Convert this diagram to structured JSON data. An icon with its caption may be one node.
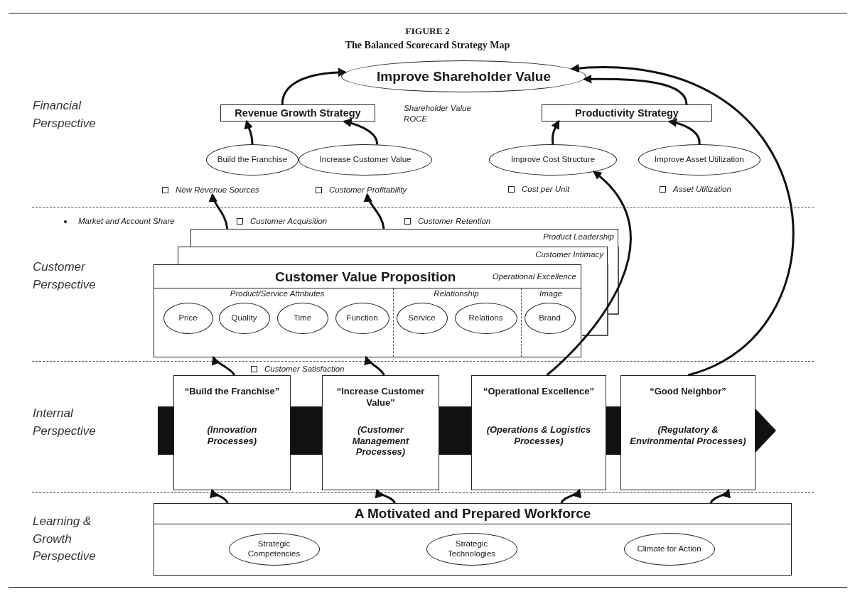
{
  "diagram": {
    "title": "The Balanced Scorecard Strategy Map",
    "nodes": [
      {
        "text": [
          "Improve Shareholder Value"
        ]
      },
      {
        "text": [
          "Revenue Growth Strategy"
        ]
      },
      {
        "text": [
          "Productivity Strategy"
        ]
      },
      {
        "text": [
          "Build the Franchise"
        ]
      },
      {
        "text": [
          "Increase Customer Value"
        ]
      },
      {
        "text": [
          "Improve Cost Structure"
        ]
      },
      {
        "text": [
          "Improve Asset Utilization"
        ]
      },
      {
        "text": [
          "Product Leadership"
        ]
      },
      {
        "text": [
          "Customer Intimacy"
        ]
      },
      {
        "text": [
          "Customer Value Proposition",
          "Operational Excellence"
        ]
      },
      {
        "text": [
          "Price"
        ],
        "in": 9
      },
      {
        "text": [
          "Quality"
        ],
        "in": 9
      },
      {
        "text": [
          "Time"
        ],
        "in": 9
      },
      {
        "text": [
          "Function"
        ],
        "in": 9
      },
      {
        "text": [
          "Service"
        ],
        "in": 9
      },
      {
        "text": [
          "Relations"
        ],
        "in": 9
      },
      {
        "text": [
          "Brand"
        ],
        "in": 9
      },
      {
        "text": [
          "“Build the Franchise”",
          "(Innovation Processes)"
        ]
      },
      {
        "text": [
          "“Increase Customer Value”",
          "(Customer Management Processes)"
        ]
      },
      {
        "text": [
          "“Operational Excellence”",
          "(Operations & Logistics Processes)"
        ]
      },
      {
        "text": [
          "“Good Neighbor”",
          "(Regulatory & Environmental Processes)"
        ]
      },
      {
        "text": [
          "A Motivated and Prepared Workforce"
        ]
      },
      {
        "text": [
          "Strategic Competencies"
        ],
        "in": 21
      },
      {
        "text": [
          "Strategic Technologies"
        ],
        "in": 21
      },
      {
        "text": [
          "Climate for Action"
        ],
        "in": 21
      },
      {
        "text": [
          "New Revenue Sources"
        ]
      },
      {
        "text": [
          "Customer Profitability"
        ]
      }
    ],
    "edges": [
      {
        "from": 1,
        "to": 0,
        "arrow": "to"
      },
      {
        "from": 2,
        "to": 0,
        "arrow": "to"
      },
      {
        "from": 3,
        "to": 1,
        "arrow": "to"
      },
      {
        "from": 4,
        "to": 1,
        "arrow": "to"
      },
      {
        "from": 5,
        "to": 2,
        "arrow": "to"
      },
      {
        "from": 6,
        "to": 2,
        "arrow": "to"
      },
      {
        "from": 7,
        "to": 25,
        "arrow": "to"
      },
      {
        "from": 7,
        "to": 26,
        "arrow": "to"
      },
      {
        "from": 19,
        "to": 5,
        "arrow": "to"
      },
      {
        "from": 20,
        "to": 0,
        "arrow": "to"
      },
      {
        "from": 17,
        "to": 9,
        "arrow": "to"
      },
      {
        "from": 18,
        "to": 9,
        "arrow": "to"
      },
      {
        "from": 21,
        "to": 17,
        "arrow": "to"
      },
      {
        "from": 21,
        "to": 18,
        "arrow": "to"
      },
      {
        "from": 21,
        "to": 19,
        "arrow": "to"
      },
      {
        "from": 21,
        "to": 20,
        "arrow": "to"
      }
    ],
    "labels": [
      "FIGURE 2",
      "Financial Perspective",
      "Shareholder Value",
      "ROCE",
      "Cost per Unit",
      "Asset Utilization",
      "Market and Account Share",
      "Customer Acquisition",
      "Customer Retention",
      "Customer Perspective",
      "Product/Service Attributes",
      "Relationship",
      "Image",
      "Customer Satisfaction",
      "Internal Perspective",
      "Learning & Growth Perspective"
    ]
  }
}
